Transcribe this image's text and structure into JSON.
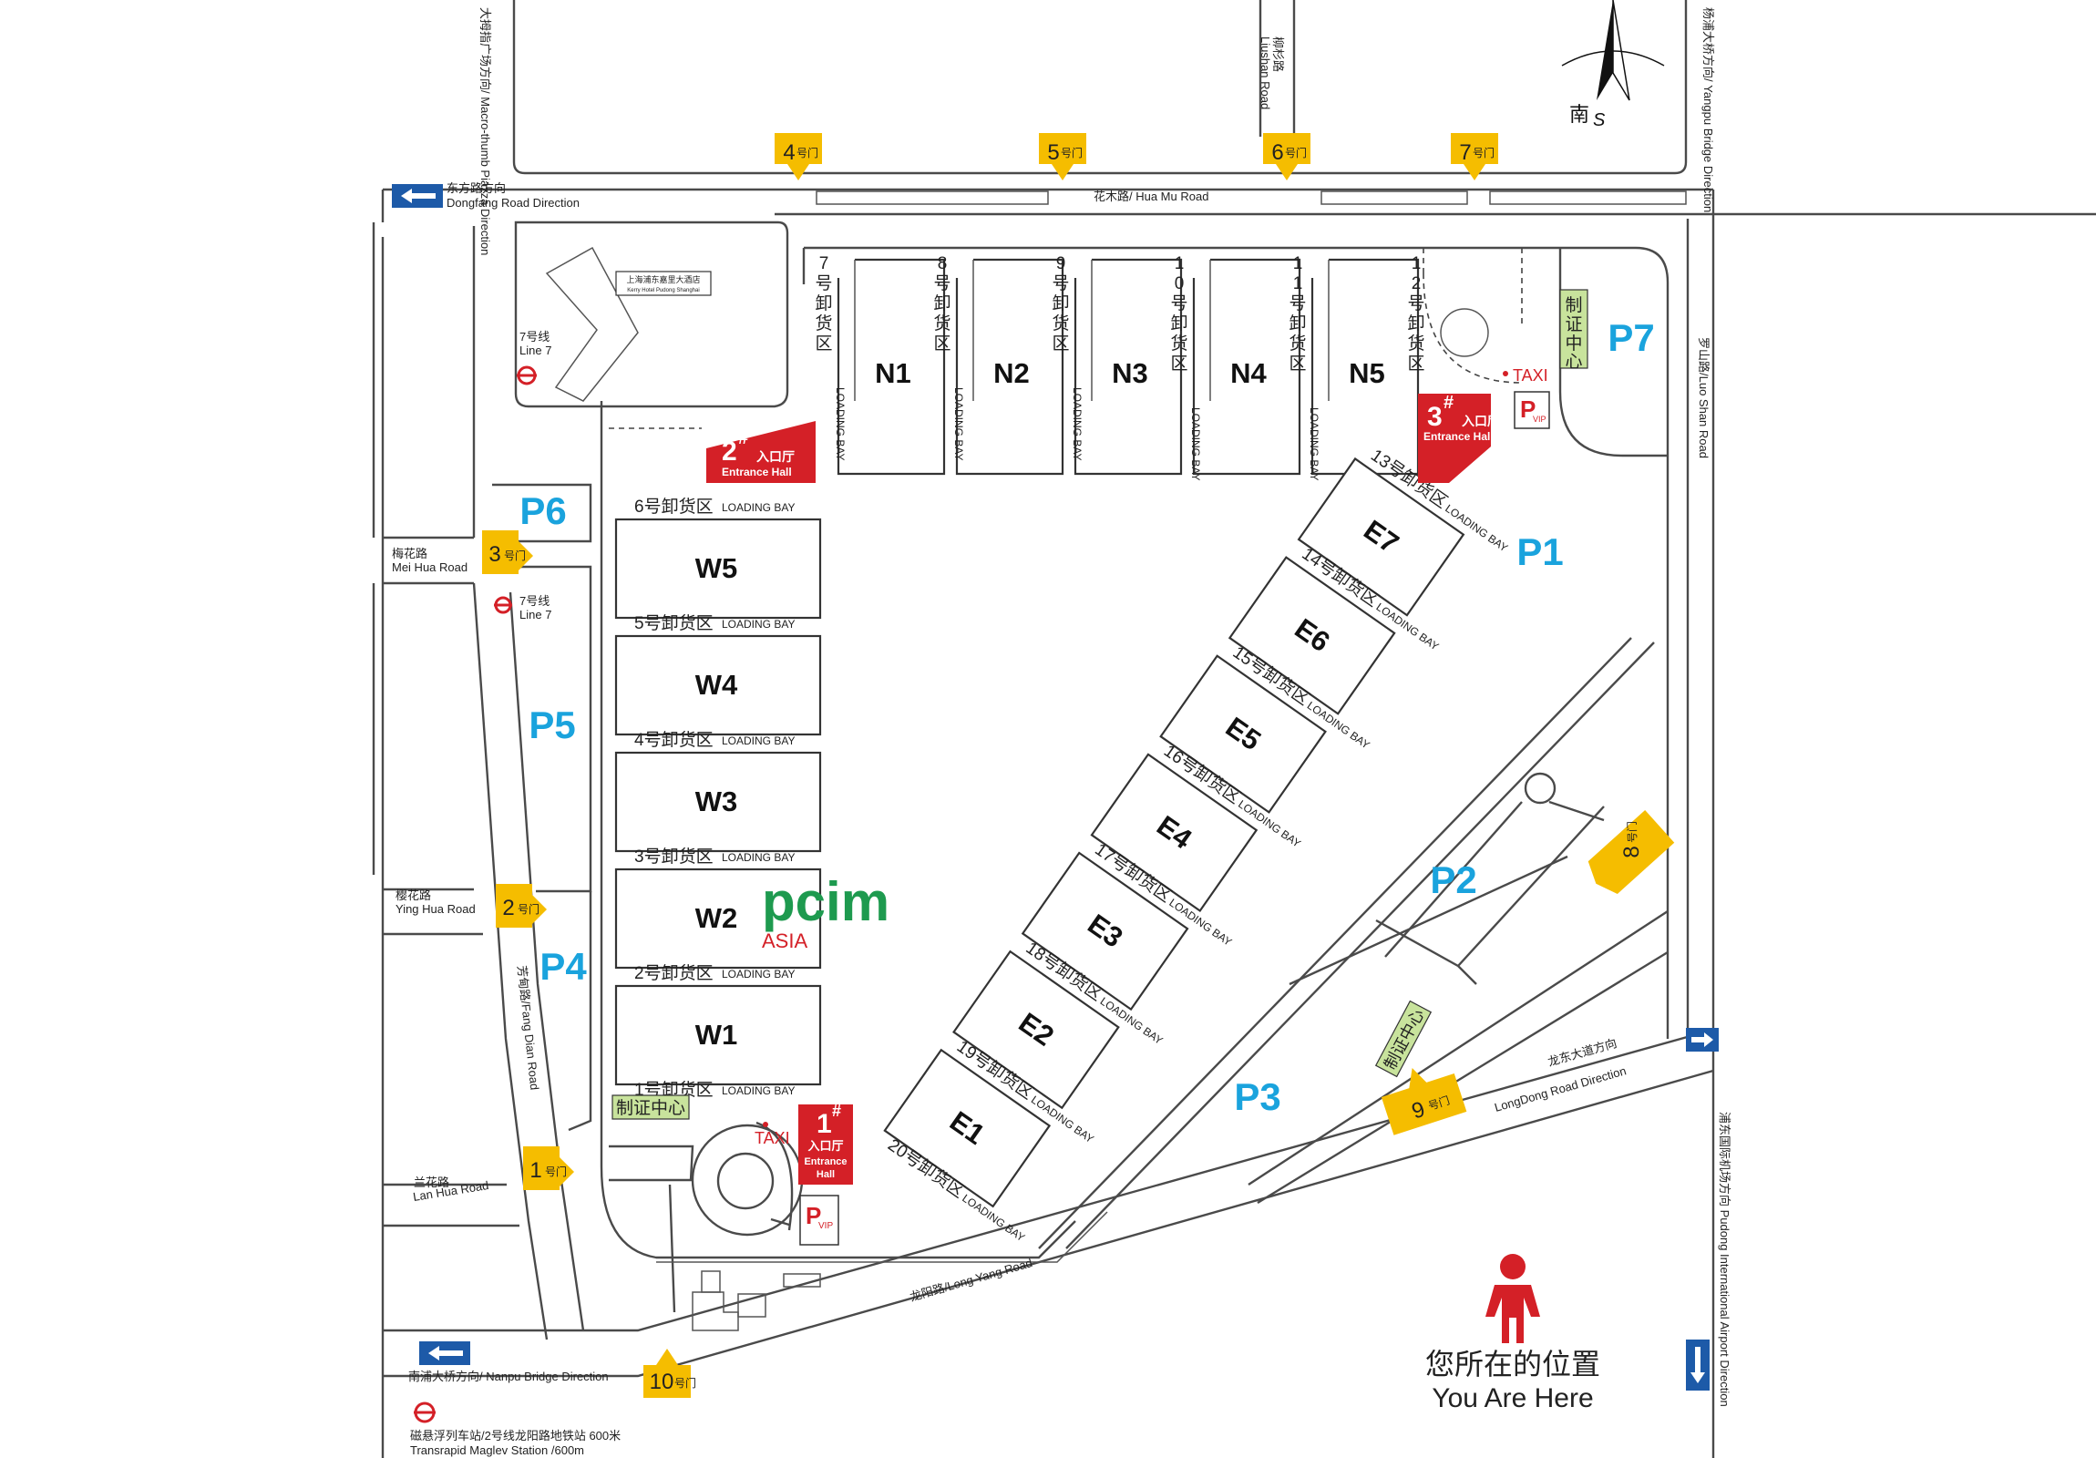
{
  "compass": {
    "label_cn": "南",
    "label_en": "S"
  },
  "roads": {
    "hua_mu": "花木路/ Hua Mu Road",
    "dongfang_cn": "东方路方向",
    "dongfang_en": "Dongfang Road Direction",
    "liushan_cn": "柳杉路",
    "liushan_en": "Liushan Road",
    "yangpu": "杨浦大桥方向/ Yangpu Bridge Direction",
    "plaza": "大拇指广场方向/ Macro-thumb Piazza Direction",
    "luoshan": "罗山路/Luo Shan Road",
    "meihua_cn": "梅花路",
    "meihua_en": "Mei Hua Road",
    "yinghua_cn": "樱花路",
    "yinghua_en": "Ying Hua Road",
    "landian": "芳甸路/Fang Dian Road",
    "lanhua_cn": "兰花路",
    "lanhua_en": "Lan Hua Road",
    "longyang": "龙阳路/Long Yang Road",
    "longdong_cn": "龙东大道方向",
    "longdong_en": "LongDong Road Direction",
    "pudong_airport": "浦东国际机场方向 Pudong International Airport Direction",
    "nanpu": "南浦大桥方向/ Nanpu Bridge Direction",
    "maglev_cn": "磁悬浮列车站/2号线龙阳路地铁站  600米",
    "maglev_en": "Transrapid Maglev Station  /600m"
  },
  "hotel": {
    "name_cn": "上海浦东嘉里大酒店",
    "name_en": "Kerry Hotel Pudong Shanghai"
  },
  "metro": {
    "line_cn": "7号线",
    "line_en": "Line 7"
  },
  "north_halls": [
    {
      "name": "N1",
      "bay_cn": "7号卸货区"
    },
    {
      "name": "N2",
      "bay_cn": "8号卸货区"
    },
    {
      "name": "N3",
      "bay_cn": "9号卸货区"
    },
    {
      "name": "N4",
      "bay_cn": "10号卸货区"
    },
    {
      "name": "N5",
      "bay_cn": "11号卸货区"
    }
  ],
  "n_last_bay_cn": "12号卸货区",
  "west_halls": [
    {
      "name": "W5",
      "bay_cn": "6号卸货区"
    },
    {
      "name": "W4",
      "bay_cn": "5号卸货区"
    },
    {
      "name": "W3",
      "bay_cn": "4号卸货区"
    },
    {
      "name": "W2",
      "bay_cn": "3号卸货区"
    },
    {
      "name": "W1",
      "bay_cn": "2号卸货区"
    }
  ],
  "w_last_bay_cn": "1号卸货区",
  "east_halls": [
    {
      "name": "E7",
      "bay_cn": "13号卸货区"
    },
    {
      "name": "E6",
      "bay_cn": "14号卸货区"
    },
    {
      "name": "E5",
      "bay_cn": "15号卸货区"
    },
    {
      "name": "E4",
      "bay_cn": "16号卸货区"
    },
    {
      "name": "E3",
      "bay_cn": "17号卸货区"
    },
    {
      "name": "E2",
      "bay_cn": "18号卸货区"
    },
    {
      "name": "E1",
      "bay_cn": "19号卸货区"
    }
  ],
  "e_last_bay_cn": "20号卸货区",
  "loading_bay": "LOADING BAY",
  "parking": {
    "p1": "P1",
    "p2": "P2",
    "p3": "P3",
    "p4": "P4",
    "p5": "P5",
    "p6": "P6",
    "p7": "P7"
  },
  "gates": {
    "g1": "1",
    "g2": "2",
    "g3": "3",
    "g4": "4",
    "g5": "5",
    "g6": "6",
    "g7": "7",
    "g8": "8",
    "g9": "9",
    "g10": "10",
    "suffix": "号门"
  },
  "entrances": {
    "e1": "1",
    "e2": "2",
    "e3": "3",
    "sharp": "#",
    "cn": "入口厅",
    "en1": "Entrance",
    "en2": "Hall",
    "en": "Entrance Hall"
  },
  "taxi": "TAXI",
  "vip": {
    "p": "P",
    "vip": "VIP"
  },
  "cert_center": "制证中心",
  "cert_center_v": [
    "制",
    "证",
    "中",
    "心"
  ],
  "brand": {
    "name": "pcim",
    "sub": "ASIA"
  },
  "you_are_here": {
    "cn": "您所在的位置",
    "en": "You Are Here"
  },
  "colors": {
    "gate": "#f5bd00",
    "entrance": "#d42027",
    "parking": "#1aa3dd",
    "cert": "#c8e39c",
    "brand": "#1e9a4f",
    "sign": "#1d5aa8"
  }
}
